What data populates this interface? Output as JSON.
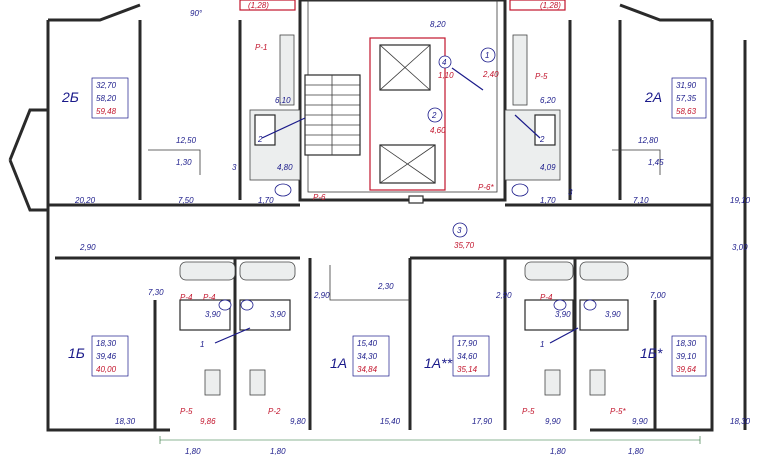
{
  "apartments": {
    "apt_2b": {
      "name": "2Б",
      "living": "32,70",
      "total": "58,20",
      "total_balc": "59,48"
    },
    "apt_2a": {
      "name": "2А",
      "living": "31,90",
      "total": "57,35",
      "total_balc": "58,63"
    },
    "apt_1b_left": {
      "name": "1Б",
      "living": "18,30",
      "total": "39,46",
      "total_balc": "40,00"
    },
    "apt_1b_right": {
      "name": "1Б*",
      "living": "18,30",
      "total": "39,10",
      "total_balc": "39,64"
    },
    "apt_1a": {
      "name": "1А",
      "living": "15,40",
      "total": "34,30",
      "total_balc": "34,84"
    },
    "apt_1a2": {
      "name": "1А**",
      "living": "17,90",
      "total": "34,60",
      "total_balc": "35,14"
    }
  },
  "rooms": {
    "r_12_50": "12,50",
    "r_1_30": "1,30",
    "r_20_20": "20,20",
    "r_7_50": "7,50",
    "r_2_90_left": "2,90",
    "r_1_70_left": "1,70",
    "r_4_80": "4,80",
    "r_6_10": "6,10",
    "r_12_80": "12,80",
    "r_1_45": "1,45",
    "r_19_10": "19,10",
    "r_7_10": "7,10",
    "r_3_00": "3,00",
    "r_6_20": "6,20",
    "r_4_09": "4,09",
    "r_1_70_right": "1,70",
    "r_8_20": "8,20",
    "r_2_40": "2,40",
    "r_1_10": "1,10",
    "r_4_60": "4,60",
    "r_35_70": "35,70",
    "r_7_30": "7,30",
    "r_3_90_a": "3,90",
    "r_3_90_b": "3,90",
    "r_2_90_c": "2,90",
    "r_2_30": "2,30",
    "r_2_90_d": "2,90",
    "r_3_90_c": "3,90",
    "r_3_90_d": "3,90",
    "r_7_00": "7,00",
    "r_18_30_l": "18,30",
    "r_9_86": "9,86",
    "r_9_80": "9,80",
    "r_15_40": "15,40",
    "r_17_90": "17,90",
    "r_9_90_a": "9,90",
    "r_9_90_b": "9,90",
    "r_18_30_r": "18,30",
    "r_1_80_a": "1,80",
    "r_1_80_b": "1,80",
    "r_1_80_c": "1,80",
    "r_1_80_d": "1,80",
    "top_l": "(1,28)",
    "top_r": "(1,28)"
  },
  "risers": {
    "p1": "Р-1",
    "p5_top": "Р-5",
    "p6": "Р-6",
    "p6s": "Р-6*",
    "p4_l": "Р-4",
    "p4_m": "Р-4",
    "p4_r": "Р-4",
    "p5_bl": "Р-5",
    "p2": "Р-2",
    "p5_br": "Р-5",
    "p5s": "Р-5*"
  },
  "markers": {
    "m1": "1",
    "m2": "2",
    "m3": "3",
    "m4": "4",
    "k2_left": "2",
    "k3_left": "3",
    "k2_right": "2",
    "k3_right": "3",
    "k1_left": "1",
    "k1_right": "1"
  },
  "angle": "90°"
}
